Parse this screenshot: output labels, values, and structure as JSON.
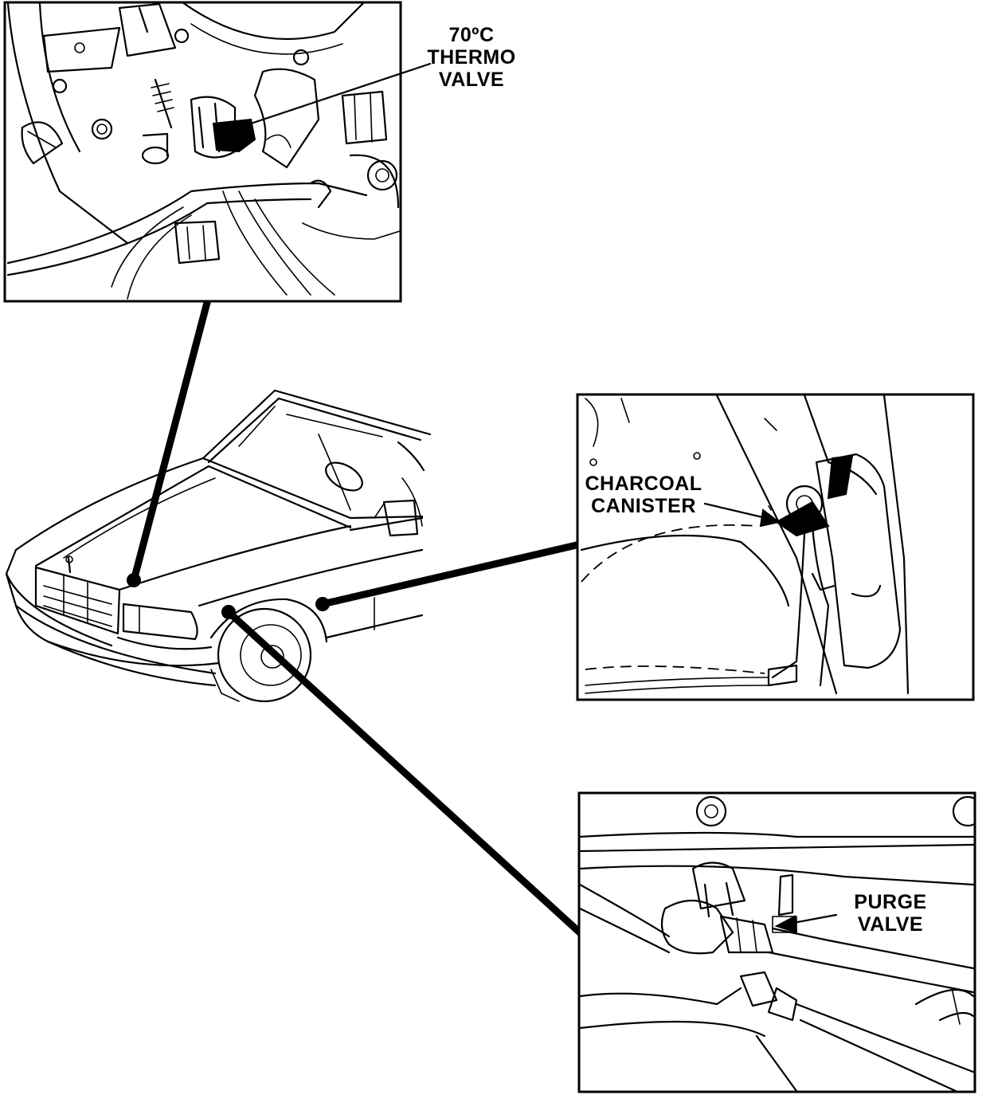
{
  "callouts": {
    "thermo_valve": {
      "line1": "70ºC",
      "line2": "THERMO",
      "line3": "VALVE"
    },
    "charcoal_canister": {
      "line1": "CHARCOAL",
      "line2": "CANISTER"
    },
    "purge_valve": {
      "line1": "PURGE",
      "line2": "VALVE"
    }
  },
  "icons": {
    "vehicle": "sedan-front-quarter-illustration",
    "detail_engine": "engine-compartment-detail",
    "detail_canister": "wheel-well-canister-detail",
    "detail_purge": "purge-valve-hose-detail"
  }
}
